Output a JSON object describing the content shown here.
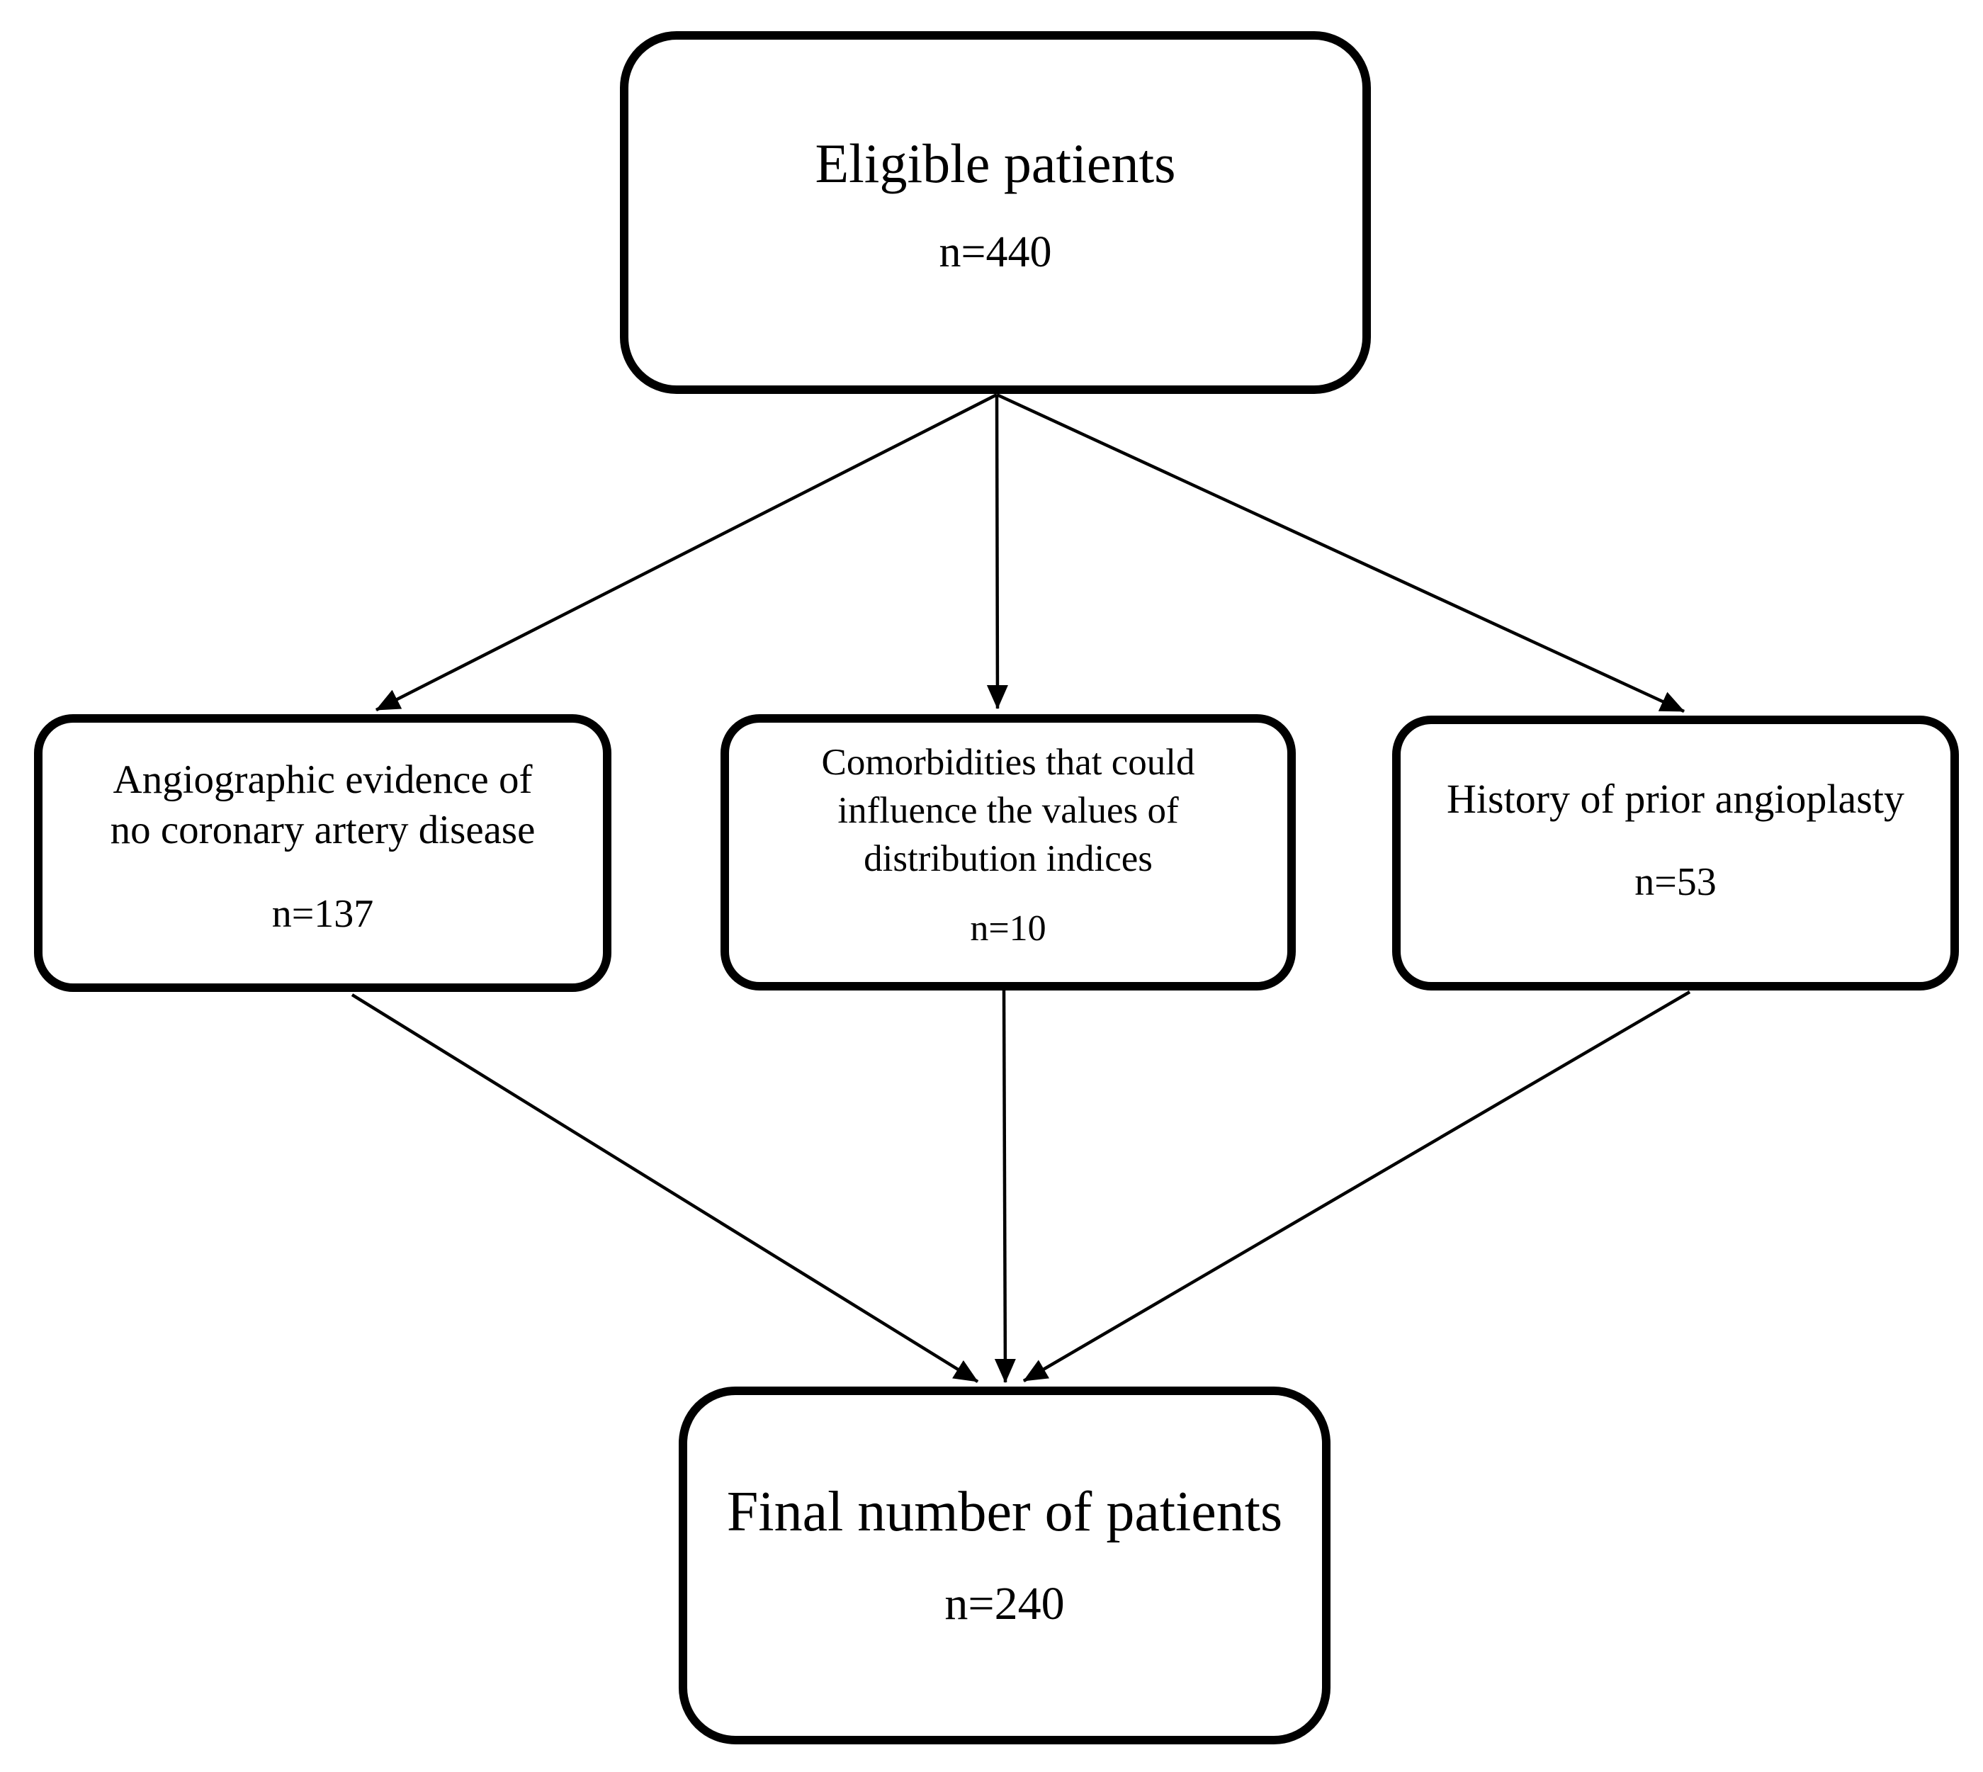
{
  "diagram": {
    "type": "flowchart",
    "background_color": "#ffffff",
    "ink_color": "#000000",
    "nodes": {
      "eligible": {
        "label": "Eligible patients",
        "count": "n=440"
      },
      "angiographic": {
        "label": "Angiographic evidence of no coronary artery disease",
        "count": "n=137"
      },
      "comorbidities": {
        "label": "Comorbidities that could influence the values of distribution indices",
        "count": "n=10"
      },
      "history": {
        "label": "History of prior angioplasty",
        "count": "n=53"
      },
      "final": {
        "label": "Final number of patients",
        "count": "n=240"
      }
    },
    "edges": [
      {
        "from": "eligible",
        "to": "angiographic"
      },
      {
        "from": "eligible",
        "to": "comorbidities"
      },
      {
        "from": "eligible",
        "to": "history"
      },
      {
        "from": "angiographic",
        "to": "final"
      },
      {
        "from": "comorbidities",
        "to": "final"
      },
      {
        "from": "history",
        "to": "final"
      }
    ]
  }
}
